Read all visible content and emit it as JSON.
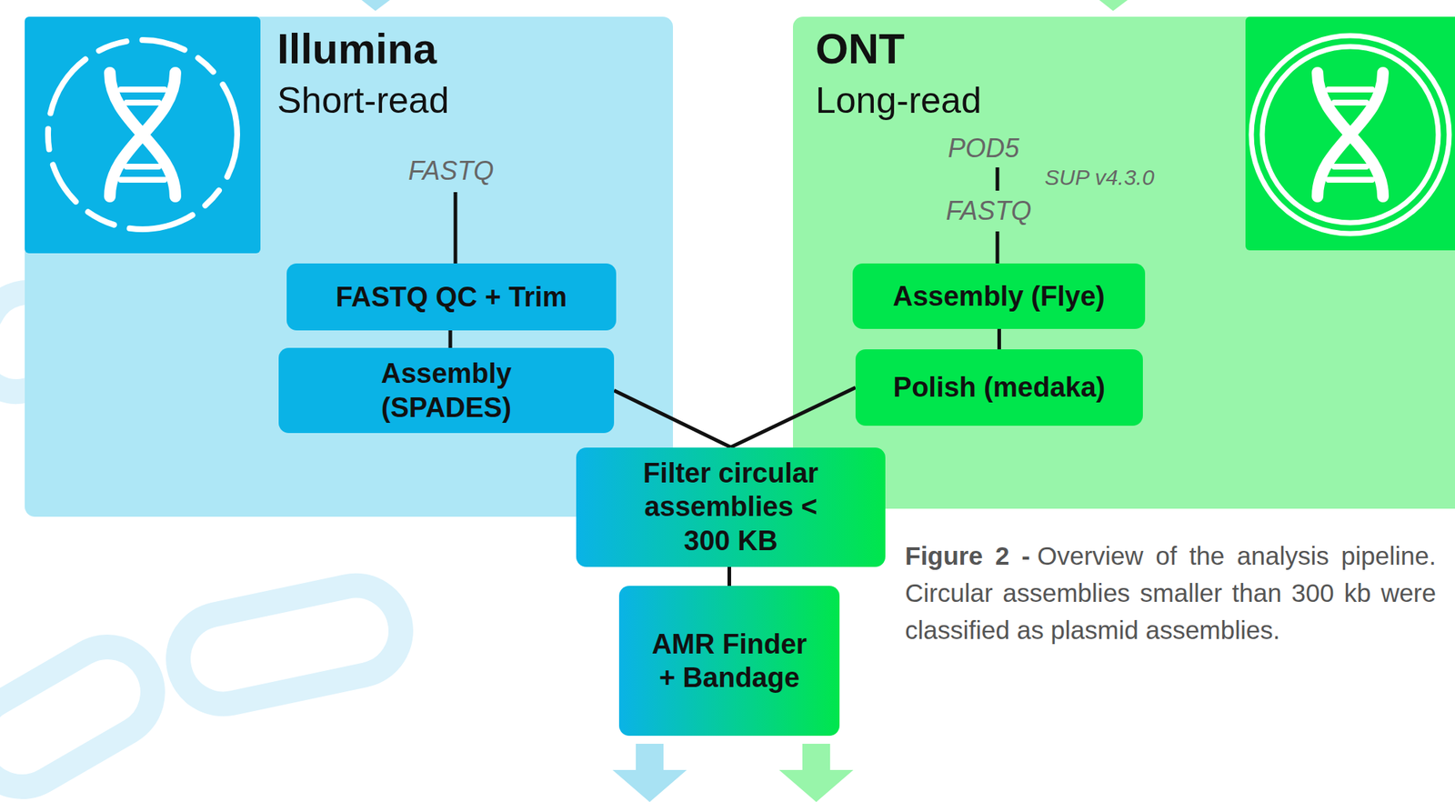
{
  "diagram": {
    "caption": "Overview of the analysis pipeline. Circular assemblies smaller than 300 kb were classified as plasmid assemblies.",
    "nodes": [
      {
        "text": [
          "Illumina",
          "Short-read"
        ]
      },
      {
        "text": [
          "FASTQ QC + Trim"
        ],
        "in": 0
      },
      {
        "text": [
          "Assembly (SPADES)"
        ],
        "in": 0
      },
      {
        "text": [
          "ONT",
          "Long-read"
        ]
      },
      {
        "text": [
          "Assembly (Flye)"
        ],
        "in": 3
      },
      {
        "text": [
          "Polish (medaka)"
        ],
        "in": 3
      },
      {
        "text": [
          "Filter circular assemblies < 300 KB"
        ]
      },
      {
        "text": [
          "AMR Finder + Bandage"
        ]
      }
    ],
    "edges": [
      {
        "from": 1,
        "to": 2,
        "arrow": "none"
      },
      {
        "from": 4,
        "to": 5,
        "arrow": "none"
      },
      {
        "from": 2,
        "to": 6,
        "arrow": "none"
      },
      {
        "from": 5,
        "to": 6,
        "arrow": "none"
      },
      {
        "from": 6,
        "to": 7,
        "arrow": "none"
      }
    ],
    "labels": [
      "FASTQ",
      "POD5",
      "SUP v4.3.0",
      "FASTQ",
      "Figure 2 -"
    ]
  }
}
